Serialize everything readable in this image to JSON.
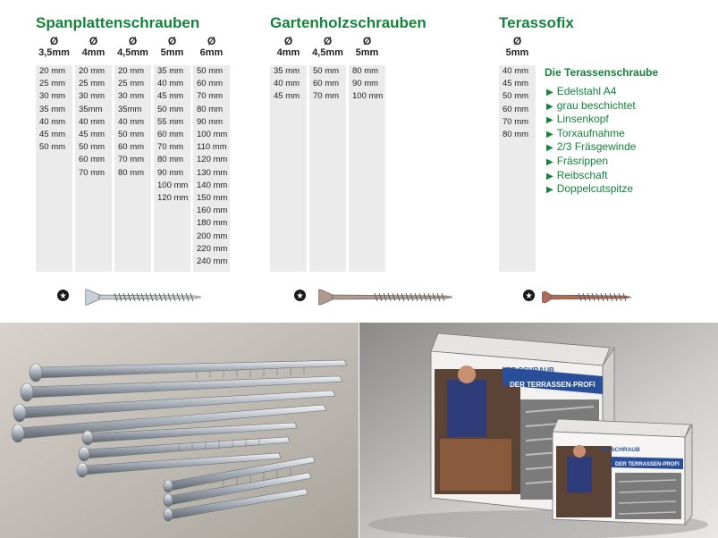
{
  "sections": [
    {
      "title": "Spanplattenschrauben",
      "columns": [
        {
          "phi": "Ø",
          "size": "3,5mm",
          "lengths": [
            "20 mm",
            "25 mm",
            "30 mm",
            "35 mm",
            "40 mm",
            "45 mm",
            "50 mm"
          ]
        },
        {
          "phi": "Ø",
          "size": "4mm",
          "lengths": [
            "20 mm",
            "25 mm",
            "30 mm",
            "35mm",
            "40 mm",
            "45 mm",
            "50 mm",
            "60 mm",
            "70 mm"
          ]
        },
        {
          "phi": "Ø",
          "size": "4,5mm",
          "lengths": [
            "20 mm",
            "25 mm",
            "30 mm",
            "35mm",
            "40 mm",
            "50 mm",
            "60 mm",
            "70 mm",
            "80 mm"
          ]
        },
        {
          "phi": "Ø",
          "size": "5mm",
          "lengths": [
            "35 mm",
            "40 mm",
            "45 mm",
            "50 mm",
            "55 mm",
            "60 mm",
            "70 mm",
            "80 mm",
            "90 mm",
            "100 mm",
            "120 mm"
          ]
        },
        {
          "phi": "Ø",
          "size": "6mm",
          "lengths": [
            "50 mm",
            "60 mm",
            "70 mm",
            "80 mm",
            "90 mm",
            "100 mm",
            "110 mm",
            "120 mm",
            "130 mm",
            "140 mm",
            "150 mm",
            "160 mm",
            "180 mm",
            "200 mm",
            "220 mm",
            "240 mm"
          ]
        }
      ],
      "screw_color": "#c8ced6"
    },
    {
      "title": "Gartenholzschrauben",
      "columns": [
        {
          "phi": "Ø",
          "size": "4mm",
          "lengths": [
            "35 mm",
            "40 mm",
            "45 mm"
          ]
        },
        {
          "phi": "Ø",
          "size": "4,5mm",
          "lengths": [
            "50 mm",
            "60 mm",
            "70 mm"
          ]
        },
        {
          "phi": "Ø",
          "size": "5mm",
          "lengths": [
            "80 mm",
            "90 mm",
            "100 mm"
          ]
        }
      ],
      "screw_color": "#b09a8e"
    },
    {
      "title": "Terassofix",
      "columns": [
        {
          "phi": "Ø",
          "size": "5mm",
          "lengths": [
            "40 mm",
            "45 mm",
            "50 mm",
            "60 mm",
            "70 mm",
            "80 mm"
          ]
        }
      ],
      "screw_color": "#b06a55"
    }
  ],
  "features": {
    "title": "Die Terassenschraube",
    "items": [
      "Edelstahl A4",
      "grau beschichtet",
      "Linsenkopf",
      "Torxaufnahme",
      "2/3 Fräsgewinde",
      "Fräsrippen",
      "Reibschaft",
      "Doppelcutspitze"
    ]
  },
  "box": {
    "brand": "RE-SCHRAUB",
    "product": "DER TERRASSEN-PROFI"
  },
  "icons": {
    "drive": "torx-icon",
    "feature_bullet": "triangle-right-icon"
  },
  "colors": {
    "accent_green": "#13843a",
    "column_bg": "#ebebeb",
    "box_blue": "#2a4f9a"
  }
}
